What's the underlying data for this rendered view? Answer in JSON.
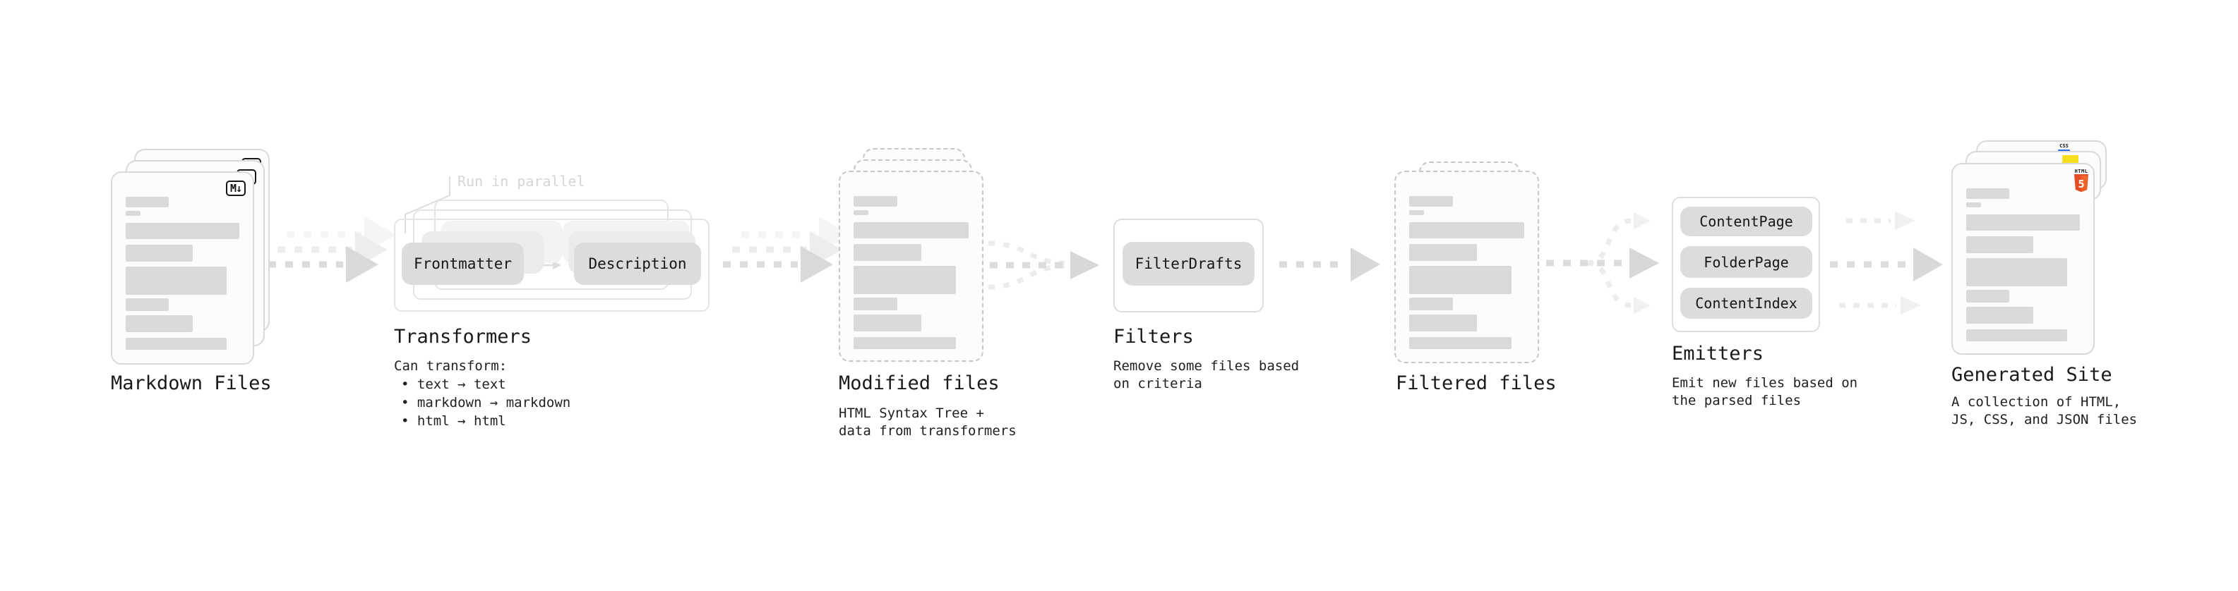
{
  "markdown": {
    "label": "Markdown Files",
    "badge": "M↓"
  },
  "transformers": {
    "note": "Run in parallel",
    "pill_frontmatter": "Frontmatter",
    "pill_description": "Description",
    "heading": "Transformers",
    "desc_title": "Can transform:",
    "bullets": [
      "• text → text",
      "• markdown → markdown",
      "• html → html"
    ]
  },
  "modified": {
    "heading": "Modified files",
    "desc_line1": "HTML Syntax Tree +",
    "desc_line2": "data from transformers"
  },
  "filters": {
    "pill": "FilterDrafts",
    "heading": "Filters",
    "desc_line1": "Remove some files based",
    "desc_line2": "on criteria"
  },
  "filtered": {
    "label": "Filtered files"
  },
  "emitters": {
    "pill_1": "ContentPage",
    "pill_2": "FolderPage",
    "pill_3": "ContentIndex",
    "heading": "Emitters",
    "desc_line1": "Emit new files based on",
    "desc_line2": "the parsed files"
  },
  "generated": {
    "label": "Generated Site",
    "badge_css": "CSS",
    "badge_html_text": "HTML",
    "badge_html_number": "5",
    "desc_line1": "A collection of HTML,",
    "desc_line2": "JS, CSS, and JSON files"
  },
  "colors": {
    "css_blue": "#2965f1",
    "js_yellow": "#f7df1e",
    "html_orange": "#e44d26",
    "html_orange_light": "#f16529",
    "card_border": "#d9d9d9",
    "bar_fill": "#d9d9d9",
    "pill_fill": "#dcdcdc",
    "arrow_dark": "#dcdcdc",
    "arrow_light": "#ededed",
    "text_dark": "#1c1c1c",
    "note_gray": "#d6d6d6"
  }
}
